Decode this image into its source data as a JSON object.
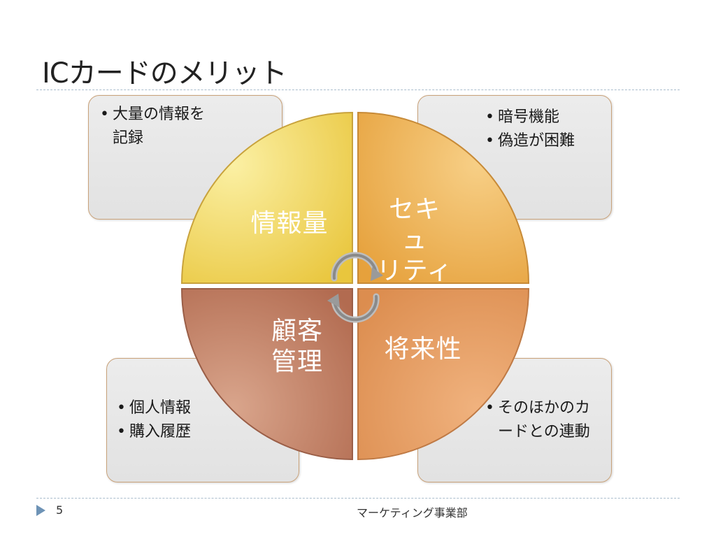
{
  "slide": {
    "title": "ICカードのメリット",
    "page_number": "5",
    "department": "マーケティング事業部"
  },
  "quadrants": {
    "top_left": {
      "label": "情報量",
      "color": "#f3dc6c"
    },
    "top_right": {
      "label": "セキュ\nリティ",
      "color": "#efb85a"
    },
    "bottom_left": {
      "label": "顧客\n管理",
      "color": "#c58a6e"
    },
    "bottom_right": {
      "label": "将来性",
      "color": "#e49c62"
    }
  },
  "notes": {
    "top_left": [
      "大量の情報を記録"
    ],
    "top_right": [
      "暗号機能",
      "偽造が困難"
    ],
    "bottom_left": [
      "個人情報",
      "購入履歴"
    ],
    "bottom_right": [
      "そのほかのカードとの連動"
    ]
  },
  "icons": {
    "cycle_arrows": "circular-arrows-icon",
    "footer_marker": "triangle-marker-icon"
  }
}
